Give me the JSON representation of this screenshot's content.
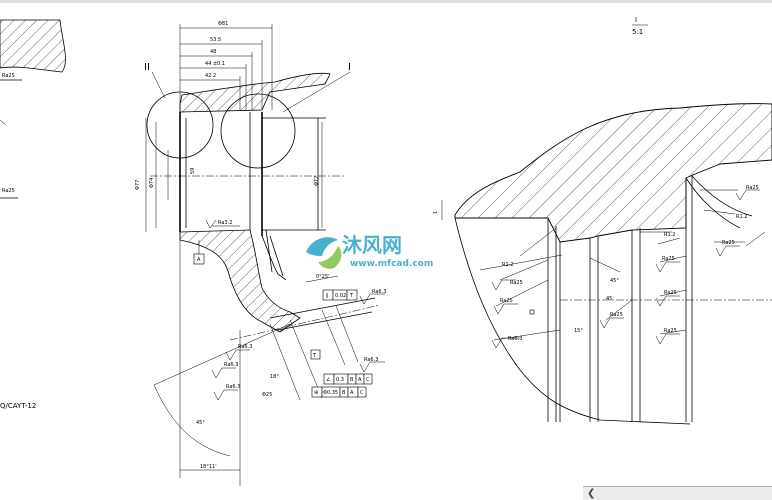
{
  "views": {
    "main": {
      "dims_top": [
        "Φ81",
        "53.5",
        "48",
        "44 ±0.1",
        "42.2"
      ],
      "view_label_I": "I",
      "view_label_II": "II",
      "dims_left": [
        "Φ77",
        "Φ74",
        "59"
      ],
      "dim_right": "Φ72",
      "roughness_main": "Ra3.2",
      "datum_A": "A",
      "angle_small": "0°25'",
      "gdt_row1": [
        "∥",
        "0.02",
        "T"
      ],
      "ra_angled": [
        "Ra6.3",
        "Ra6.3",
        "Ra6.3",
        "Ra6.3",
        "Ra6.3"
      ],
      "datum_T": "T",
      "gdt_row2": [
        "∠",
        "0.3",
        "B",
        "A",
        "C"
      ],
      "gdt_row3": [
        "⊕",
        "Φ0.35",
        "B",
        "A",
        "C"
      ],
      "angle_label": "45°",
      "bottom_dim": "18°11'",
      "dia_25": "Φ25",
      "angle_18": "18°"
    },
    "detail": {
      "title": "I",
      "scale": "5:1",
      "ra_labels": [
        "Ra25",
        "Ra25",
        "Ra25",
        "Ra25",
        "Ra25",
        "Ra25",
        "Ra25",
        "Ra25",
        "Ra6.3"
      ],
      "r_labels": [
        "R1.2",
        "R1.2",
        "R1.2"
      ],
      "angle_45": "45°",
      "angle_15": "15°",
      "dim_45": "45",
      "dim_1": "1"
    },
    "left_partial": {
      "ra_labels": [
        "Ra25",
        "Ra25"
      ],
      "code": "Q/CAYT-12"
    }
  },
  "watermark": {
    "brand": "沐风网",
    "url": "www.mfcad.com",
    "color": "#2aa4c8"
  }
}
